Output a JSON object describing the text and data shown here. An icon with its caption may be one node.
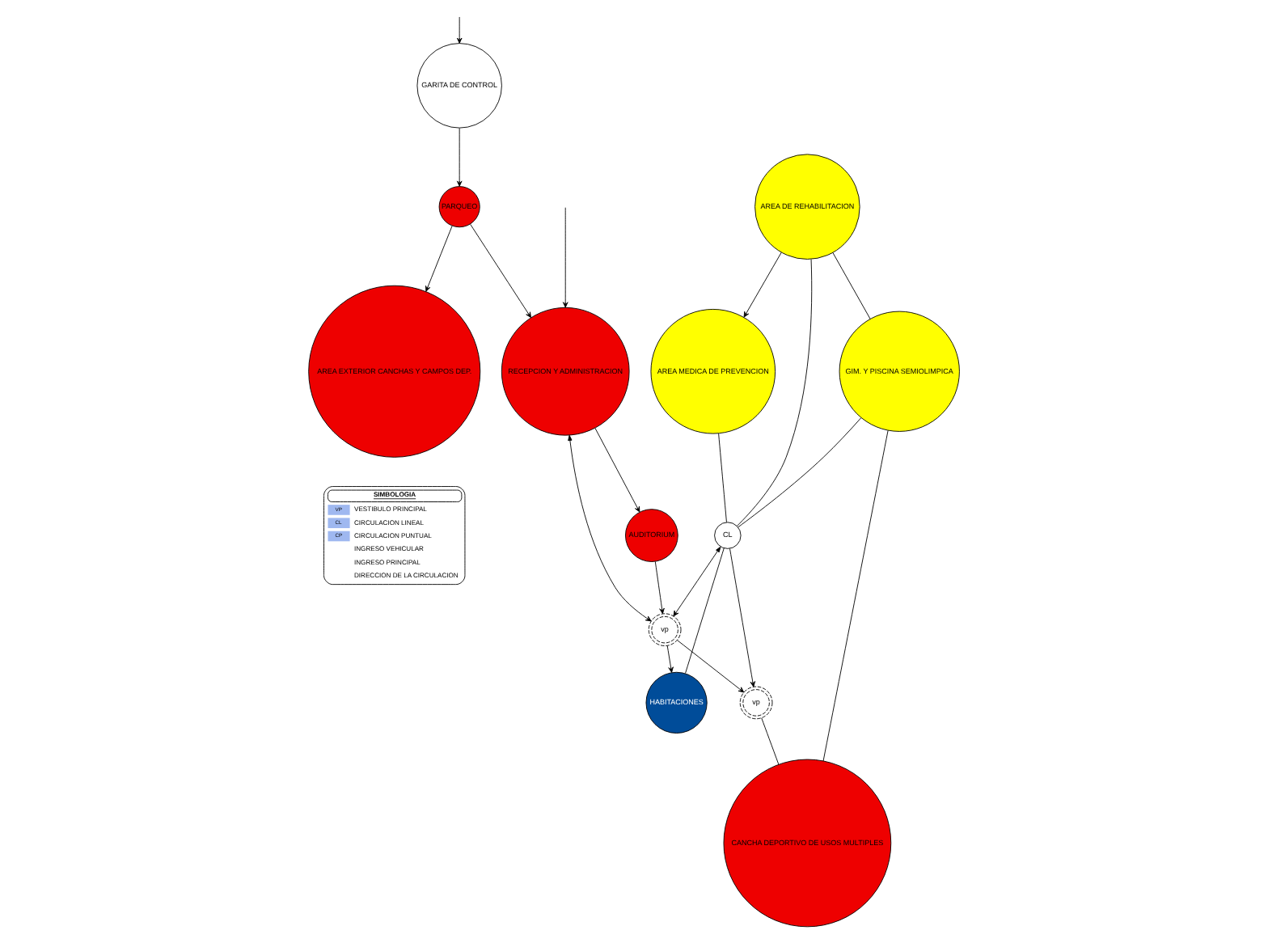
{
  "diagram": {
    "nodes": [
      {
        "text": [
          "AREA DE REHABILITACION"
        ]
      },
      {
        "text": [
          "AREA MEDICA DE PREVENCION"
        ]
      },
      {
        "text": [
          "GIM. Y PISCINA SEMIOLIMPICA"
        ]
      },
      {
        "text": [
          "HABITACIONES"
        ]
      },
      {
        "text": [
          "CL"
        ]
      },
      {
        "text": [
          "vp"
        ]
      },
      {
        "text": [
          "vp"
        ]
      },
      {
        "text": [
          "RECEPCION Y ADMINISTRACION"
        ]
      },
      {
        "text": [
          "PARQUEO"
        ]
      },
      {
        "text": [
          "AUDITORIUM"
        ]
      },
      {
        "text": [
          "GARITA DE CONTROL"
        ]
      },
      {
        "text": [
          "CANCHA DEPORTIVO DE USOS MULTIPLES"
        ]
      },
      {
        "text": [
          "AREA EXTERIOR CANCHAS Y CAMPOS DEP."
        ]
      }
    ],
    "edges": [
      {
        "from": 0,
        "to": 1,
        "arrow": "to"
      },
      {
        "from": 0,
        "to": 2,
        "arrow": "none"
      },
      {
        "from": 0,
        "to": 4,
        "arrow": "none"
      },
      {
        "from": 1,
        "to": 4,
        "arrow": "none"
      },
      {
        "from": 2,
        "to": 4,
        "arrow": "none"
      },
      {
        "from": 4,
        "to": 3,
        "arrow": "none"
      },
      {
        "from": 4,
        "to": 5,
        "arrow": "both"
      },
      {
        "from": 4,
        "to": 6,
        "arrow": "to"
      },
      {
        "from": 5,
        "to": 3,
        "arrow": "to"
      },
      {
        "from": 7,
        "to": 5,
        "arrow": "both"
      },
      {
        "from": 5,
        "to": 6,
        "arrow": "to"
      },
      {
        "from": 9,
        "to": 5,
        "arrow": "to"
      },
      {
        "from": 2,
        "to": 11,
        "arrow": "none"
      },
      {
        "from": 6,
        "to": 11,
        "arrow": "none"
      },
      {
        "from": 7,
        "to": 9,
        "arrow": "to"
      },
      {
        "from": 8,
        "to": 7,
        "arrow": "to"
      },
      {
        "from": 8,
        "to": 12,
        "arrow": "to"
      },
      {
        "from": 10,
        "to": 8,
        "arrow": "to"
      },
      {
        "from": null,
        "to": 10,
        "arrow": "to"
      },
      {
        "from": null,
        "to": 7,
        "arrow": "to"
      }
    ],
    "labels": [
      "SIMBOLOGIA",
      "VP",
      "CL",
      "CP"
    ],
    "legend": [
      {
        "text": "VESTIBULO PRINCIPAL"
      },
      {
        "text": "CIRCULACION LINEAL"
      },
      {
        "text": "CIRCULACION PUNTUAL"
      },
      {
        "text": "INGRESO VEHICULAR"
      },
      {
        "text": "INGRESO PRINCIPAL"
      },
      {
        "text": "DIRECCION DE LA CIRCULACION"
      }
    ]
  }
}
